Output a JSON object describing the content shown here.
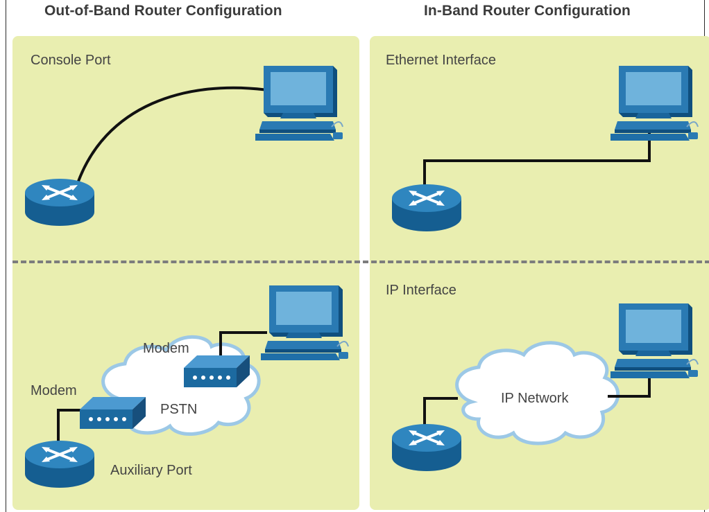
{
  "titles": {
    "out_of_band": "Out-of-Band Router Configuration",
    "in_band": "In-Band Router Configuration"
  },
  "labels": {
    "console_port": "Console Port",
    "ethernet_interface": "Ethernet Interface",
    "ip_interface": "IP Interface",
    "modem_left": "Modem",
    "modem_right": "Modem",
    "pstn": "PSTN",
    "auxiliary_port": "Auxiliary Port",
    "ip_network": "IP Network"
  },
  "colors": {
    "panel": "#e9eeb0",
    "device_blue": "#1c6aa0",
    "device_light": "#5aaad8",
    "cable": "#111111",
    "cloud_fill": "#ffffff",
    "cloud_stroke": "#9cc8e6"
  },
  "icons": [
    "router-icon",
    "pc-icon",
    "modem-icon",
    "cloud-icon"
  ]
}
